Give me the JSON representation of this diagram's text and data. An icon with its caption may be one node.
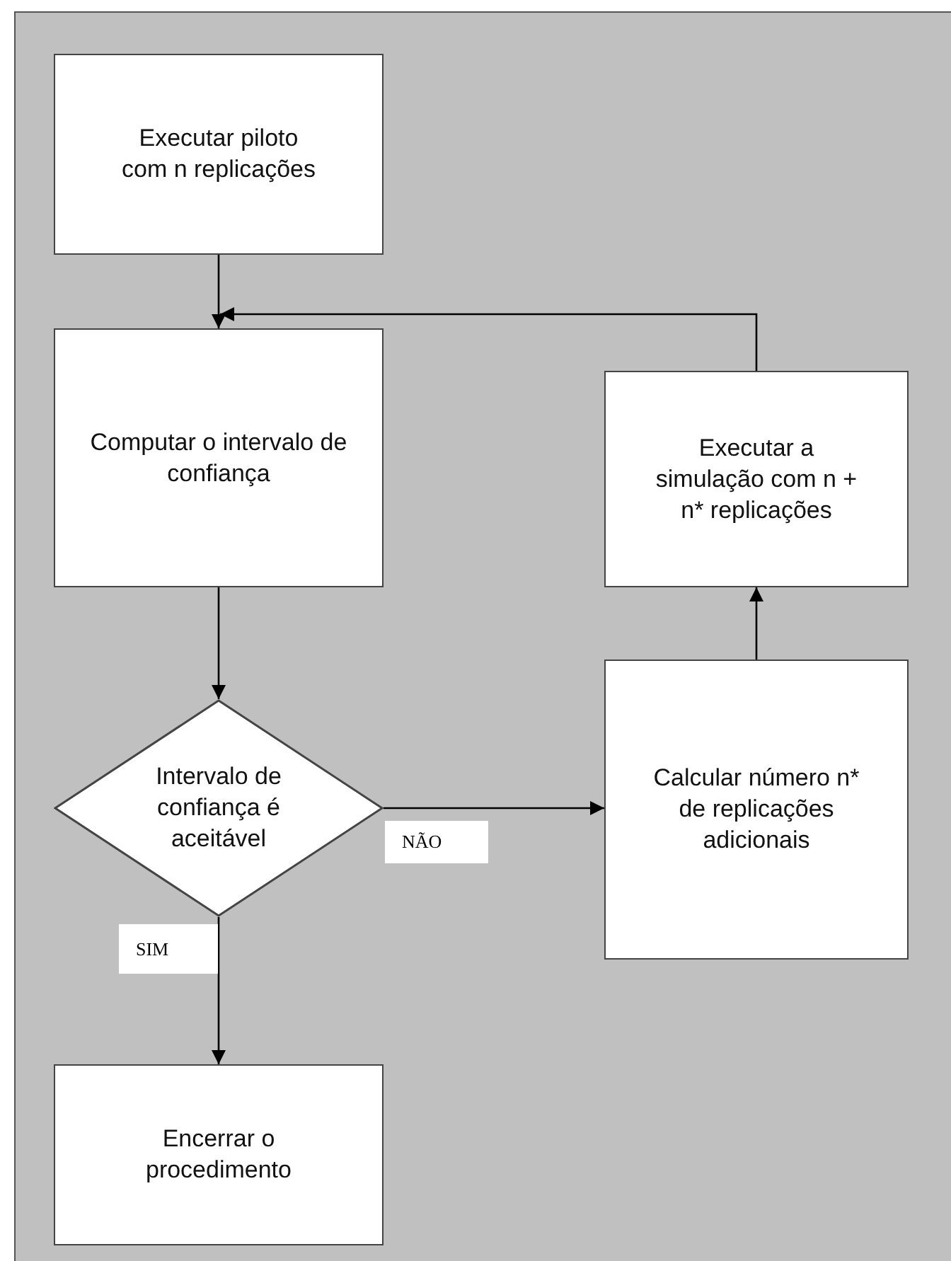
{
  "diagram": {
    "nodes": [
      {
        "text": [
          "Executar piloto com n replicações"
        ]
      },
      {
        "text": [
          "Computar o intervalo de confiança"
        ]
      },
      {
        "text": [
          "Executar a simulação com n + n* replicações"
        ]
      },
      {
        "text": [
          "Intervalo de confiança é aceitável"
        ]
      },
      {
        "text": [
          "Calcular número n* de replicações adicionais"
        ]
      },
      {
        "text": [
          "Encerrar o procedimento"
        ]
      }
    ],
    "edges": [
      {
        "from": 0,
        "to": 1,
        "arrow": "to"
      },
      {
        "from": 2,
        "to": 1,
        "arrow": "to"
      },
      {
        "from": 1,
        "to": 3,
        "arrow": "to"
      },
      {
        "from": 3,
        "to": 4,
        "label": "NÃO",
        "arrow": "to"
      },
      {
        "from": 4,
        "to": 2,
        "arrow": "to"
      },
      {
        "from": 3,
        "to": 5,
        "label": "SIM",
        "arrow": "to"
      }
    ]
  }
}
